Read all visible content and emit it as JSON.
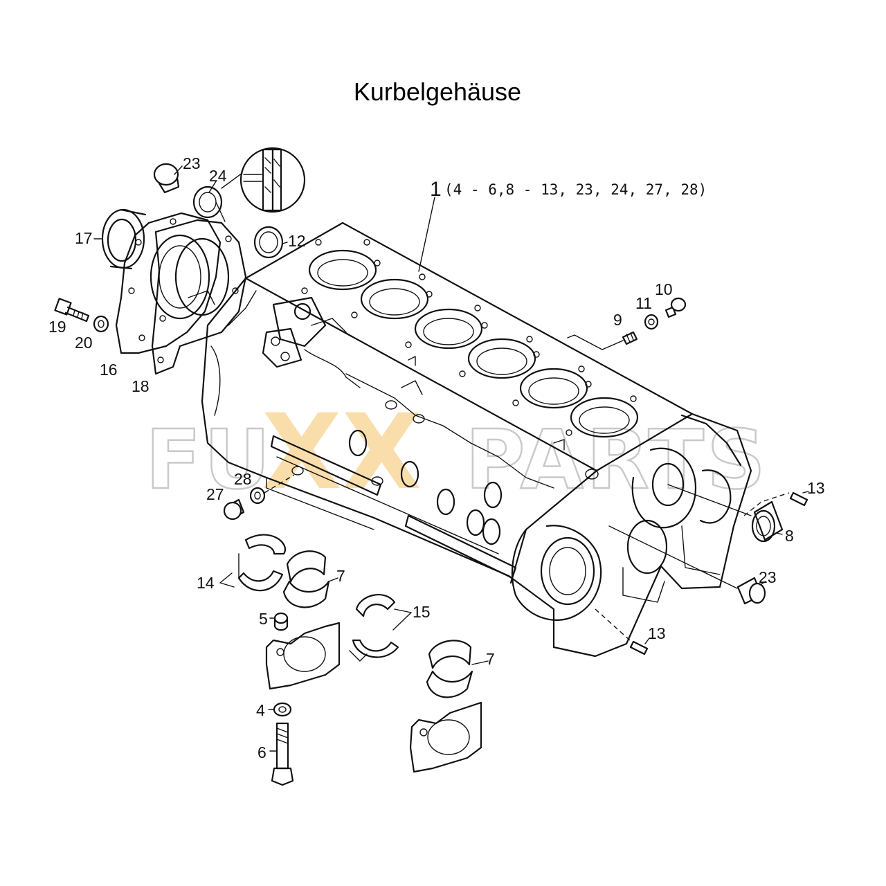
{
  "title": "Kurbelgehäuse",
  "watermark": {
    "prefix": "FU",
    "xx": "XX",
    "suffix": "PARTS",
    "x_color": "#f5c46a",
    "outline_color": "#c9c9c9"
  },
  "labels": {
    "p1": "1",
    "p1_refs": "(4 - 6,8 - 13, 23, 24, 27, 28)",
    "p4": "4",
    "p5": "5",
    "p6": "6",
    "p7a": "7",
    "p7b": "7",
    "p8": "8",
    "p9": "9",
    "p10": "10",
    "p11": "11",
    "p12": "12",
    "p13a": "13",
    "p13b": "13",
    "p14": "14",
    "p15": "15",
    "p16": "16",
    "p17": "17",
    "p18": "18",
    "p19": "19",
    "p20": "20",
    "p23a": "23",
    "p23b": "23",
    "p24": "24",
    "p27": "27",
    "p28": "28"
  }
}
